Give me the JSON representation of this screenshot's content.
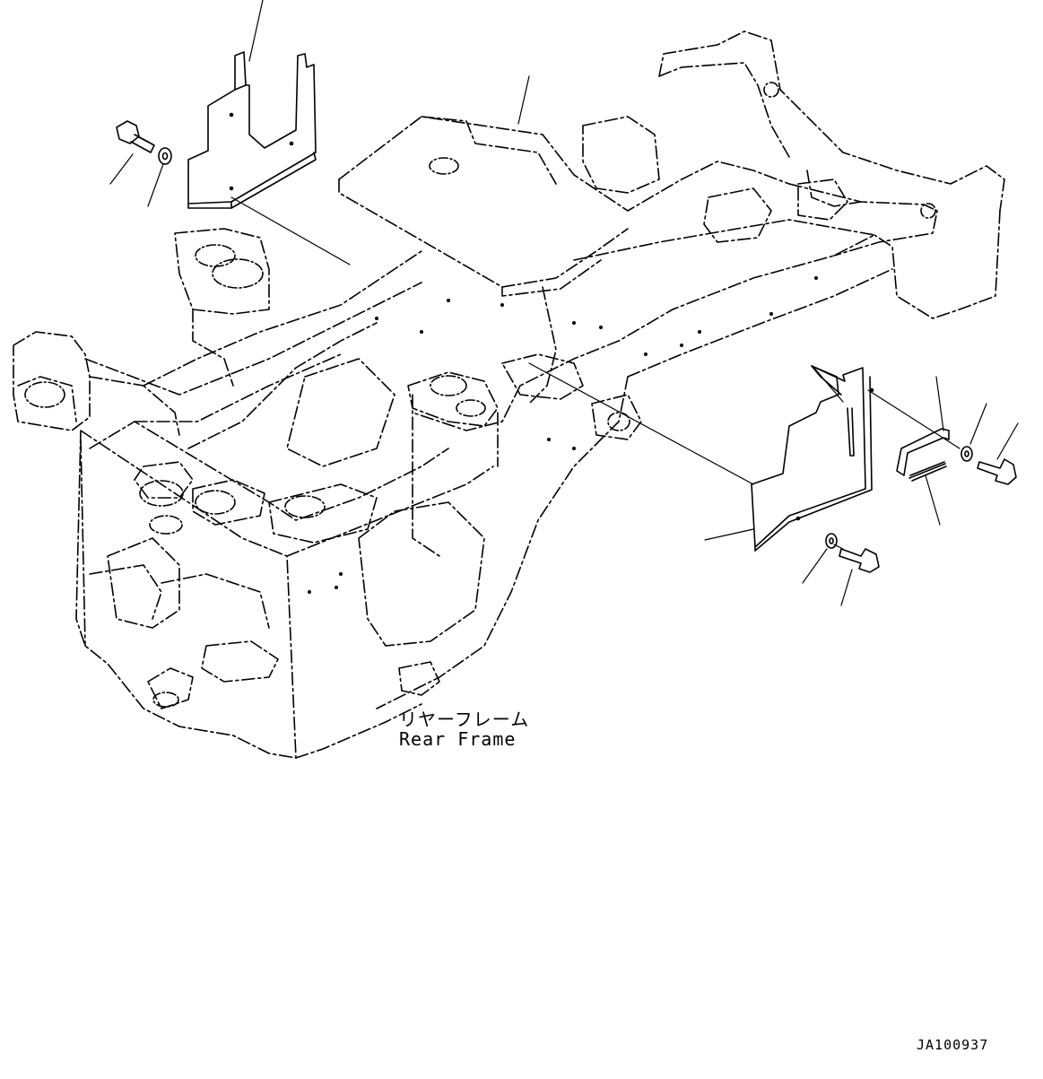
{
  "diagram": {
    "part_label_jp": "リヤーフレーム",
    "part_label_en": "Rear Frame",
    "drawing_code": "JA100937"
  },
  "colors": {
    "line": "#000000",
    "background": "#ffffff"
  }
}
